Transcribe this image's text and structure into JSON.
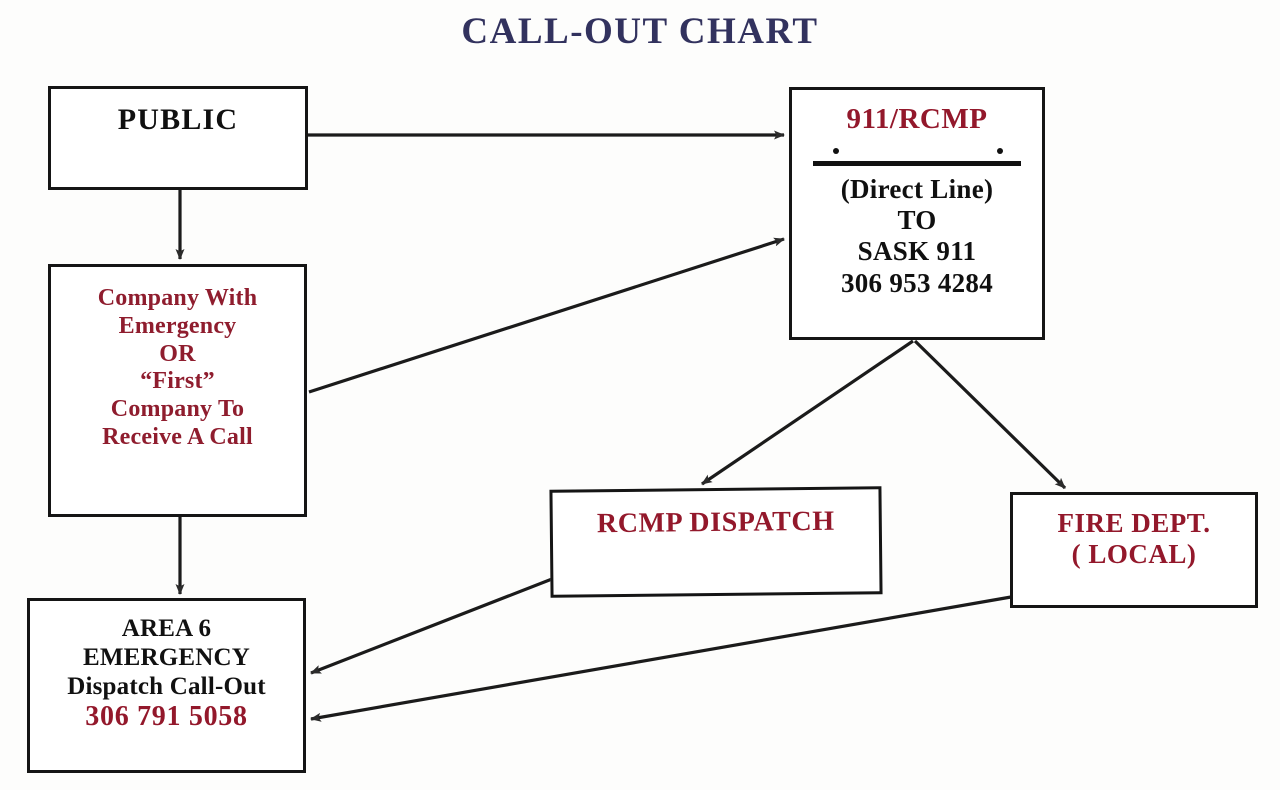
{
  "title": "CALL-OUT  CHART",
  "colors": {
    "title": "#32325e",
    "accent_red": "#93182b",
    "text_black": "#101010",
    "stroke": "#151515",
    "background": "#fdfdfc"
  },
  "nodes": {
    "public": {
      "lines": [
        "PUBLIC"
      ]
    },
    "company": {
      "lines": [
        "Company With",
        "Emergency",
        "OR",
        "“First”",
        "Company To",
        "Receive A Call"
      ]
    },
    "rcmp911": {
      "heading": "911/RCMP",
      "lines": [
        "(Direct Line)",
        "TO",
        "SASK 911",
        "306 953 4284"
      ]
    },
    "dispatch": {
      "lines": [
        "RCMP DISPATCH"
      ]
    },
    "fire": {
      "lines": [
        "FIRE DEPT.",
        "( LOCAL)"
      ]
    },
    "area6": {
      "lines": [
        "AREA 6",
        "EMERGENCY",
        "Dispatch Call-Out"
      ],
      "phone": "306 791 5058"
    }
  },
  "edges": [
    {
      "name": "public-to-911",
      "from": "public",
      "to": "rcmp911"
    },
    {
      "name": "public-to-company",
      "from": "public",
      "to": "company"
    },
    {
      "name": "company-to-911",
      "from": "company",
      "to": "rcmp911"
    },
    {
      "name": "company-to-area6",
      "from": "company",
      "to": "area6"
    },
    {
      "name": "911-to-dispatch",
      "from": "rcmp911",
      "to": "dispatch"
    },
    {
      "name": "911-to-fire",
      "from": "rcmp911",
      "to": "fire"
    },
    {
      "name": "dispatch-to-area6",
      "from": "dispatch",
      "to": "area6"
    },
    {
      "name": "fire-to-area6",
      "from": "fire",
      "to": "area6"
    }
  ]
}
